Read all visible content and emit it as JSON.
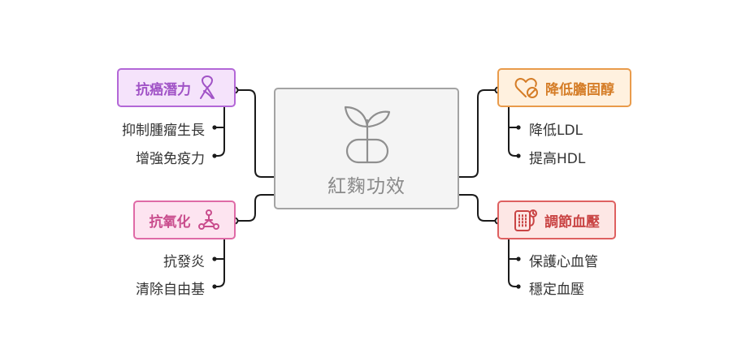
{
  "center": {
    "label": "紅麴功效",
    "icon": "sprout-capsule-icon"
  },
  "branches": {
    "anticancer": {
      "label": "抗癌潛力",
      "icon": "ribbon-icon",
      "color": "#b367d7",
      "leaves": [
        "抑制腫瘤生長",
        "增強免疫力"
      ]
    },
    "antioxidant": {
      "label": "抗氧化",
      "icon": "molecule-icon",
      "color": "#df6aa6",
      "leaves": [
        "抗發炎",
        "清除自由基"
      ]
    },
    "cholesterol": {
      "label": "降低膽固醇",
      "icon": "heart-block-icon",
      "color": "#e99b4b",
      "leaves": [
        "降低LDL",
        "提高HDL"
      ]
    },
    "bloodpressure": {
      "label": "調節血壓",
      "icon": "blood-pressure-monitor-icon",
      "color": "#de6060",
      "leaves": [
        "保護心血管",
        "穩定血壓"
      ]
    }
  }
}
